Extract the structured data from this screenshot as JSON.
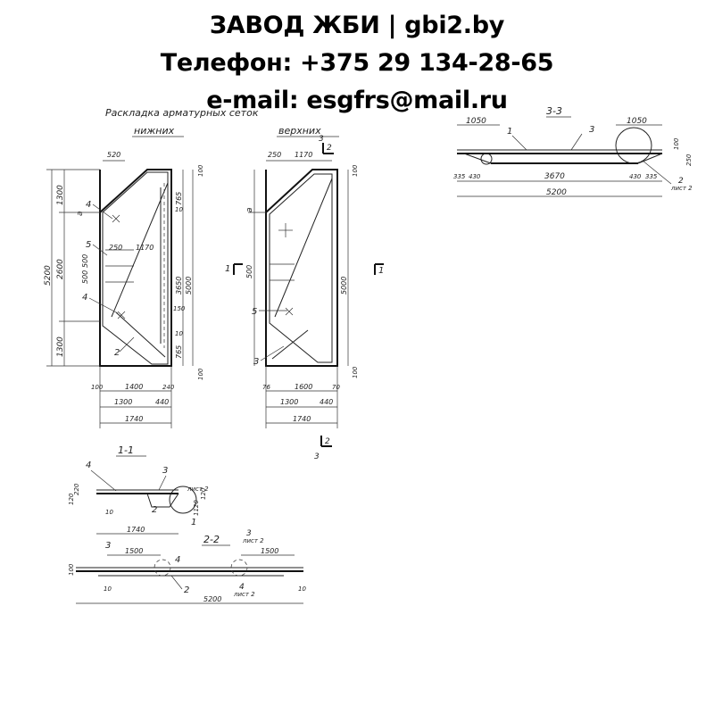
{
  "header": {
    "line1": "ЗАВОД ЖБИ | gbi2.by",
    "line2": "Телефон: +375 29 134-28-65",
    "line3": "e-mail: esgfrs@mail.ru"
  },
  "drawing": {
    "title": "Раскладка арматурных сеток",
    "label_lower": "нижних",
    "label_upper": "верхних",
    "section_1_1": "1-1",
    "section_2_2": "2-2",
    "section_3_3": "3-3",
    "left_plan": {
      "d_top": "520",
      "d_1300a": "1300",
      "d_2600": "2600",
      "d_1300b": "1300",
      "d_5200": "5200",
      "d_250": "250",
      "d_1170": "1170",
      "d_500a": "500",
      "d_500b": "500",
      "d_3650": "3650",
      "d_5000": "5000",
      "d_765a": "765",
      "d_765b": "765",
      "d_150": "150",
      "d_10a": "10",
      "d_10b": "10",
      "d_100a": "100",
      "d_100b": "100",
      "d_100c": "100",
      "d_1400": "1400",
      "d_240": "240",
      "d_1300": "1300",
      "d_440": "440",
      "d_1740": "1740",
      "a": "a",
      "m4a": "4",
      "m5": "5",
      "m4b": "4",
      "m2": "2"
    },
    "right_plan": {
      "d_250": "250",
      "d_1170": "1170",
      "d_100a": "100",
      "d_100b": "100",
      "d_500": "500",
      "d_5000": "5000",
      "d_76": "76",
      "d_1600": "1600",
      "d_70": "70",
      "d_1300": "1300",
      "d_440": "440",
      "d_1740": "1740",
      "a": "a",
      "m5": "5",
      "m3": "3",
      "c1_left": "1",
      "c1_right": "1",
      "c2_top": "2",
      "c3_top": "3",
      "c2_bottom": "2",
      "c3_bottom": "3"
    },
    "sec11": {
      "m4": "4",
      "m3": "3",
      "m2": "2",
      "m1": "1",
      "sheet": "лист 2",
      "d_1740": "1740",
      "d_10": "10",
      "d_220": "220",
      "d_120": "120",
      "d_1120": "1120",
      "d_120b": "120"
    },
    "sec22": {
      "m3": "3",
      "m4a": "4",
      "m2": "2",
      "m3b": "3",
      "m4b": "4",
      "sheet1": "лист 2",
      "sheet2": "лист 2",
      "d_1500a": "1500",
      "d_1500b": "1500",
      "d_5200": "5200",
      "d_10a": "10",
      "d_10b": "10",
      "d_100": "100"
    },
    "sec33": {
      "d_1050a": "1050",
      "d_1050b": "1050",
      "m1": "1",
      "m3": "3",
      "d_3670": "3670",
      "d_5200": "5200",
      "d_335a": "335",
      "d_430a": "430",
      "d_430b": "430",
      "d_335b": "335",
      "d_250": "250",
      "d_100": "100",
      "m2": "2",
      "sheet": "лист 2"
    }
  }
}
